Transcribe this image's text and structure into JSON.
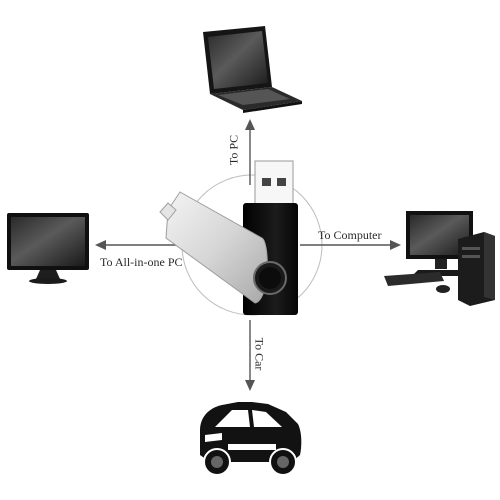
{
  "labels": {
    "to_pc": "To PC",
    "to_computer": "To Computer",
    "to_all_in_one_pc": "To All-in-one PC",
    "to_car": "To Car"
  },
  "icons": {
    "center": "usb-flash-drive-icon",
    "top": "laptop-icon",
    "right": "desktop-computer-icon",
    "left": "all-in-one-pc-icon",
    "bottom": "car-icon"
  },
  "colors": {
    "arrow": "#555555",
    "drive_body": "#0a0a0a",
    "swivel": "#d0d0d0",
    "device": "#1a1a1a"
  }
}
